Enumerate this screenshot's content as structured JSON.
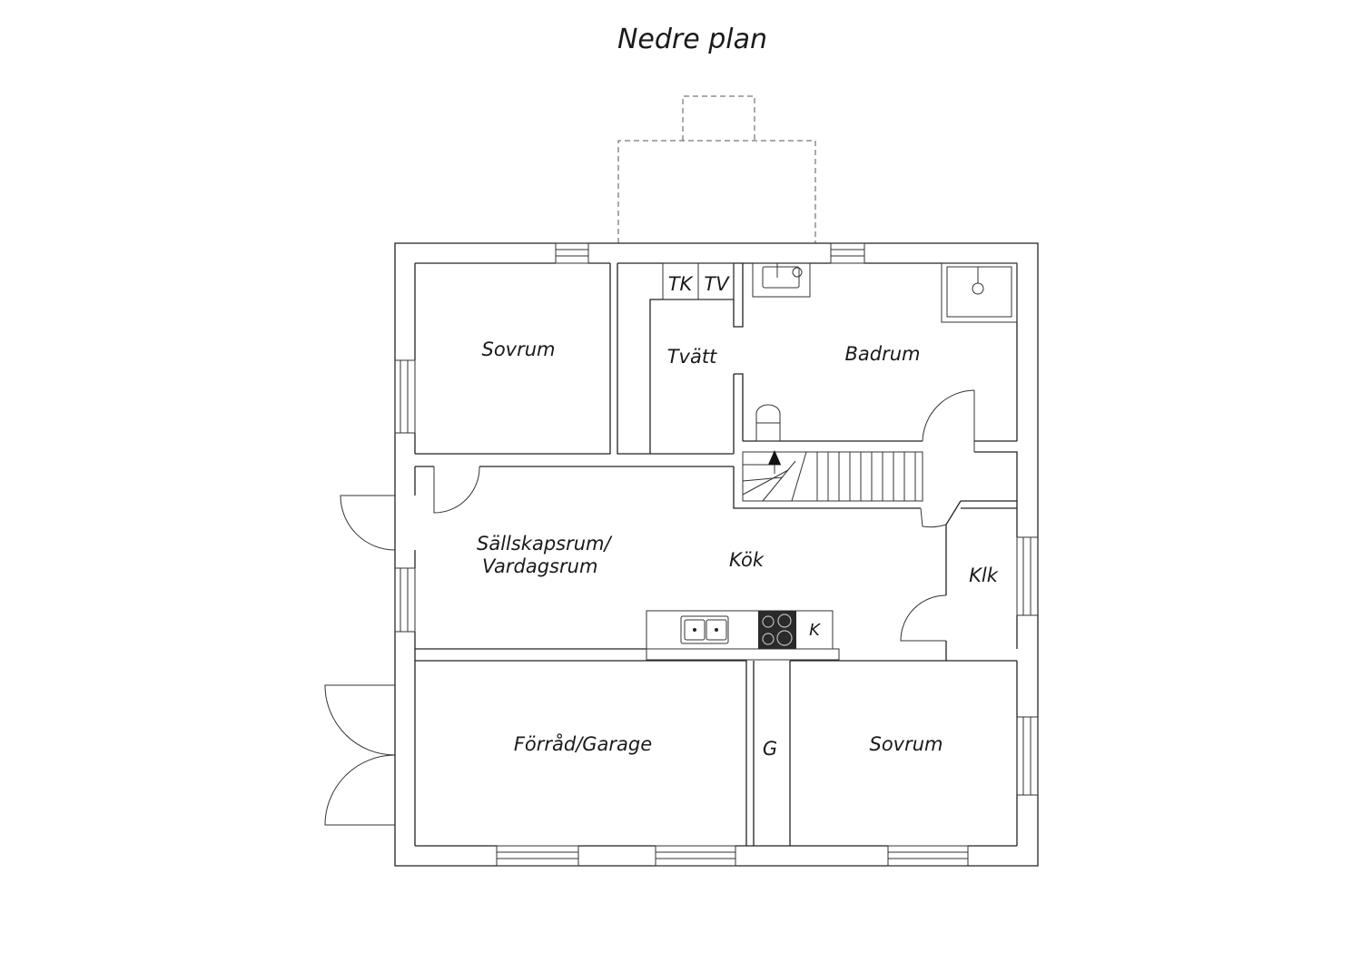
{
  "title": "Nedre plan",
  "rooms": {
    "sovrum_1": "Sovrum",
    "tk": "TK",
    "tv": "TV",
    "tvatt": "Tvätt",
    "badrum": "Badrum",
    "sallskapsrum_1": "Sällskapsrum/",
    "sallskapsrum_2": "Vardagsrum",
    "kok": "Kök",
    "klk": "Klk",
    "k": "K",
    "forrad": "Förråd/Garage",
    "g": "G",
    "sovrum_2": "Sovrum"
  }
}
